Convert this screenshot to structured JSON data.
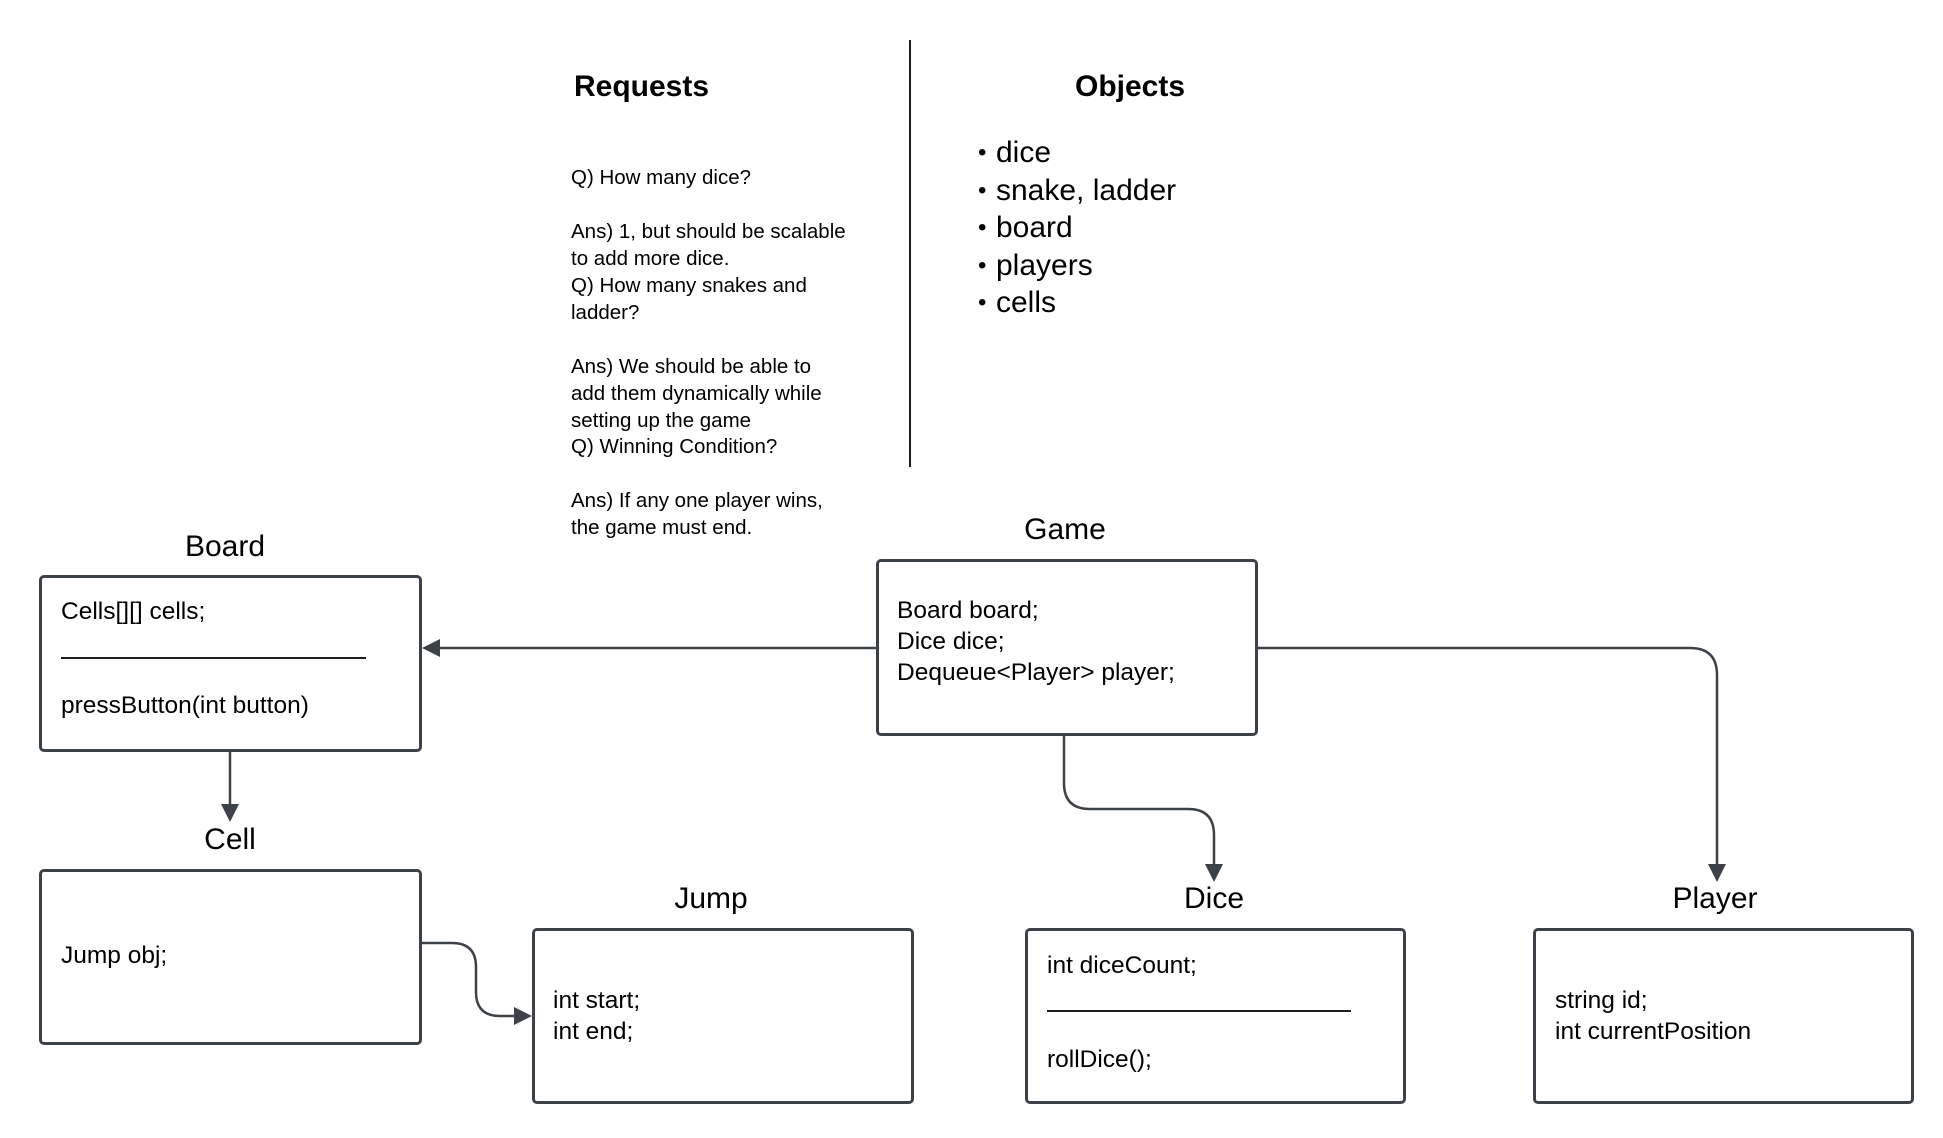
{
  "requests": {
    "heading": "Requests",
    "qa": [
      {
        "question": "Q) How many dice?",
        "answer": "Ans) 1, but should be scalable\nto add more dice."
      },
      {
        "question": "Q) How many snakes and\nladder?",
        "answer": "Ans) We should be able to\nadd them dynamically while\nsetting up the game"
      },
      {
        "question": "Q) Winning Condition?",
        "answer": "Ans) If any one player wins,\nthe game must end."
      }
    ]
  },
  "objects": {
    "heading": "Objects",
    "items": [
      "dice",
      "snake, ladder",
      "board",
      "players",
      "cells"
    ]
  },
  "classes": {
    "board": {
      "title": "Board",
      "fields": [
        "Cells[][] cells;"
      ],
      "methods": [
        "pressButton(int button)"
      ]
    },
    "game": {
      "title": "Game",
      "fields": [
        "Board board;",
        "Dice dice;",
        "Dequeue<Player> player;"
      ]
    },
    "cell": {
      "title": "Cell",
      "fields": [
        "Jump obj;"
      ]
    },
    "jump": {
      "title": "Jump",
      "fields": [
        "int start;",
        "int end;"
      ]
    },
    "dice": {
      "title": "Dice",
      "fields": [
        "int diceCount;"
      ],
      "methods": [
        "rollDice();"
      ]
    },
    "player": {
      "title": "Player",
      "fields": [
        "string id;",
        "int currentPosition"
      ]
    }
  },
  "colors": {
    "box_border": "#3d4148",
    "connector": "#3d4148",
    "text": "#000000"
  }
}
